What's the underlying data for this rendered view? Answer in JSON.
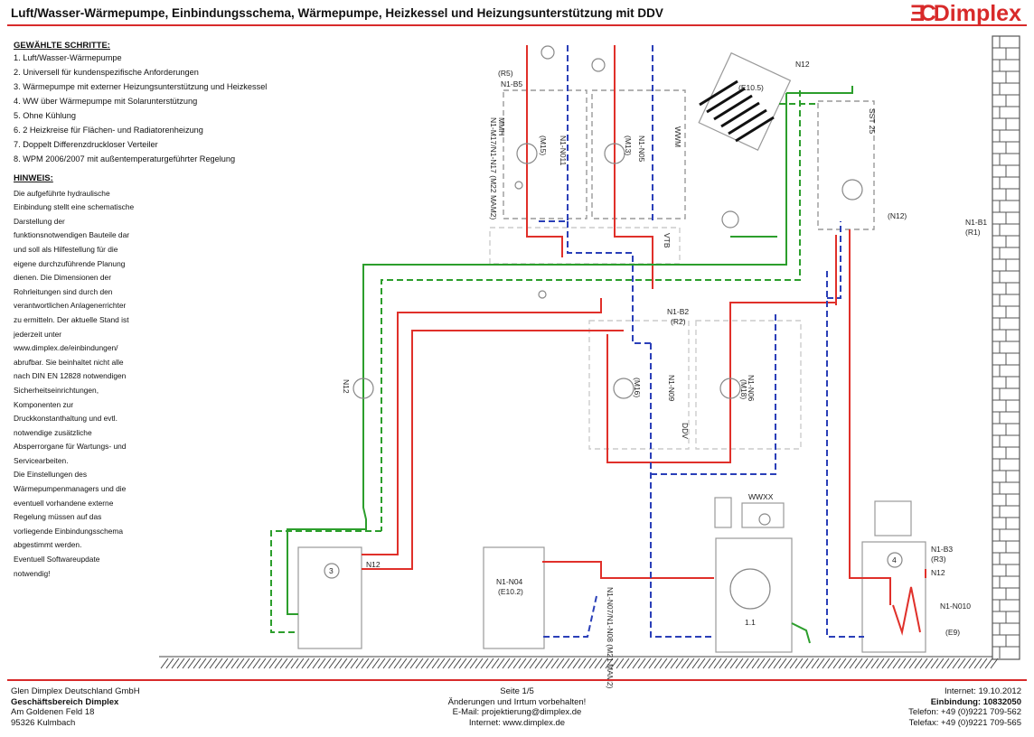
{
  "header": {
    "title": "Luft/Wasser-Wärmepumpe, Einbindungsschema, Wärmepumpe, Heizkessel und Heizungsunterstützung mit DDV",
    "logo_text": "Dimplex",
    "logo_mark": "ƎC"
  },
  "steps": {
    "heading": "GEWÄHLTE SCHRITTE:",
    "items": [
      "1. Luft/Wasser-Wärmepumpe",
      "2. Universell für kundenspezifische Anforderungen",
      "3. Wärmepumpe mit externer Heizungsunterstützung und Heizkessel",
      "4. WW über Wärmepumpe mit Solarunterstützung",
      "5. Ohne Kühlung",
      "6. 2 Heizkreise für Flächen- und Radiatorenheizung",
      "7. Doppelt Differenzdruckloser Verteiler",
      "8. WPM 2006/2007 mit außentemperaturgeführter Regelung"
    ]
  },
  "hint": {
    "heading": "HINWEIS:",
    "lines": [
      "Die aufgeführte hydraulische",
      "Einbindung stellt eine schematische",
      "Darstellung der",
      "funktionsnotwendigen Bauteile dar",
      "und soll als Hilfestellung für die",
      "eigene durchzuführende Planung",
      "dienen. Die Dimensionen der",
      "Rohrleitungen sind durch den",
      "verantwortlichen Anlagenerrichter",
      "zu ermitteln. Der aktuelle Stand ist",
      "jederzeit unter",
      "www.dimplex.de/einbindungen/",
      "abrufbar. Sie beinhaltet nicht alle",
      "nach DIN EN 12828 notwendigen",
      "Sicherheitseinrichtungen,",
      "Komponenten zur",
      "Druckkonstanthaltung und evtl.",
      "notwendige zusätzliche",
      "Absperrorgane für Wartungs- und",
      "Servicearbeiten.",
      "Die Einstellungen des",
      "Wärmepumpenmanagers und die",
      "eventuell vorhandene externe",
      "Regelung müssen auf das",
      "vorliegende Einbindungsschema",
      "abgestimmt werden.",
      "Eventuell Softwareupdate",
      "notwendig!"
    ]
  },
  "diagram": {
    "colors": {
      "flow": "#e0302a",
      "return": "#2a3fb8",
      "solar": "#2c9e2c",
      "frame": "#999999",
      "wall": "#555555"
    },
    "labels": {
      "r5": "(R5)",
      "n1b5": "N1-B5",
      "mmh": "MMH",
      "m15": "(M15)",
      "n1n011": "N1-N011",
      "m13": "(M13)",
      "n1n05": "N1-N05",
      "wwm": "WWM",
      "n12_top": "N12",
      "e105": "(E10.5)",
      "sst25": "SST 25",
      "n12_sol": "(N12)",
      "m22": "N1-M17/N1-N17 (M22 MAM2)",
      "vtb": "VTB",
      "n1b2": "N1-B2",
      "r2": "(R2)",
      "m16": "(M16)",
      "n1n09": "N1-N09",
      "m18": "(M18)",
      "n1n06": "N1-N06",
      "ddv": "DDV",
      "n12_left": "N12",
      "n1b1": "N1-B1",
      "r1": "(R1)",
      "n1n04": "N1-N04",
      "e102": "(E10.2)",
      "m21": "N1-N07/N1-N08 (M21 MAM2)",
      "n1b3": "N1-B3",
      "r3": "(R3)",
      "n12_ww": "N12",
      "n1n010": "N1-N010",
      "e9": "(E9)",
      "num3": "3",
      "num4": "4",
      "num1": "1.1",
      "wpm_label": "WWXX"
    }
  },
  "footer": {
    "left": [
      "Glen Dimplex Deutschland GmbH",
      "Geschäftsbereich Dimplex",
      "Am Goldenen Feld 18",
      "95326 Kulmbach"
    ],
    "center": [
      "Seite 1/5",
      "Änderungen und Irrtum vorbehalten!",
      "E-Mail: projektierung@dimplex.de",
      "Internet: www.dimplex.de"
    ],
    "right": [
      "Internet: 19.10.2012",
      "Einbindung: 10832050",
      "Telefon: +49 (0)9221 709-562",
      "Telefax: +49 (0)9221 709-565"
    ]
  }
}
